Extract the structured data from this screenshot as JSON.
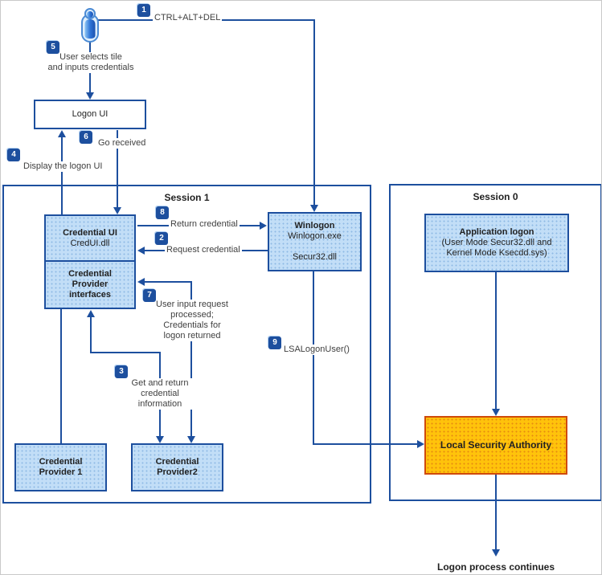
{
  "colors": {
    "accent_navy": "#1d4f9e",
    "node_blue_fill": "#c2def7",
    "lsa_gold_fill": "#ffc30b",
    "lsa_border_orange": "#cf4a0a"
  },
  "icons": {
    "user": "user-icon"
  },
  "sessions": {
    "session1_title": "Session 1",
    "session0_title": "Session 0"
  },
  "nodes": {
    "logon_ui": {
      "label": "Logon UI"
    },
    "credential_ui": {
      "title": "Credential UI",
      "subtitle": "CredUI.dll"
    },
    "credential_provider_interfaces": {
      "lines": [
        "Credential",
        "Provider",
        "interfaces"
      ]
    },
    "winlogon": {
      "title": "Winlogon",
      "subtitle": "Winlogon.exe",
      "subtitle2": "Secur32.dll"
    },
    "credential_provider_1": {
      "lines": [
        "Credential",
        "Provider 1"
      ]
    },
    "credential_provider_2": {
      "lines": [
        "Credential",
        "Provider2"
      ]
    },
    "application_logon": {
      "title": "Application logon",
      "lines": [
        "(User Mode Secur32.dll and",
        "Kernel Mode Ksecdd.sys)"
      ]
    },
    "local_security_authority": {
      "label": "Local Security Authority"
    }
  },
  "annotations": {
    "step1": {
      "num": "1",
      "label": "CTRL+ALT+DEL"
    },
    "step2": {
      "num": "2",
      "label": "Request credential"
    },
    "step3": {
      "num": "3",
      "lines": [
        "Get and return",
        "credential",
        "information"
      ]
    },
    "step4": {
      "num": "4",
      "label": "Display the logon UI"
    },
    "step5": {
      "num": "5",
      "lines": [
        "User selects tile",
        "and inputs credentials"
      ]
    },
    "step6": {
      "num": "6",
      "label": "Go received"
    },
    "step7": {
      "num": "7",
      "lines": [
        "User input request",
        "processed;",
        "Credentials for",
        "logon returned"
      ]
    },
    "step8": {
      "num": "8",
      "label": "Return credential"
    },
    "step9": {
      "num": "9",
      "label": "LSALogonUser()"
    }
  },
  "footer": {
    "label": "Logon process continues"
  }
}
